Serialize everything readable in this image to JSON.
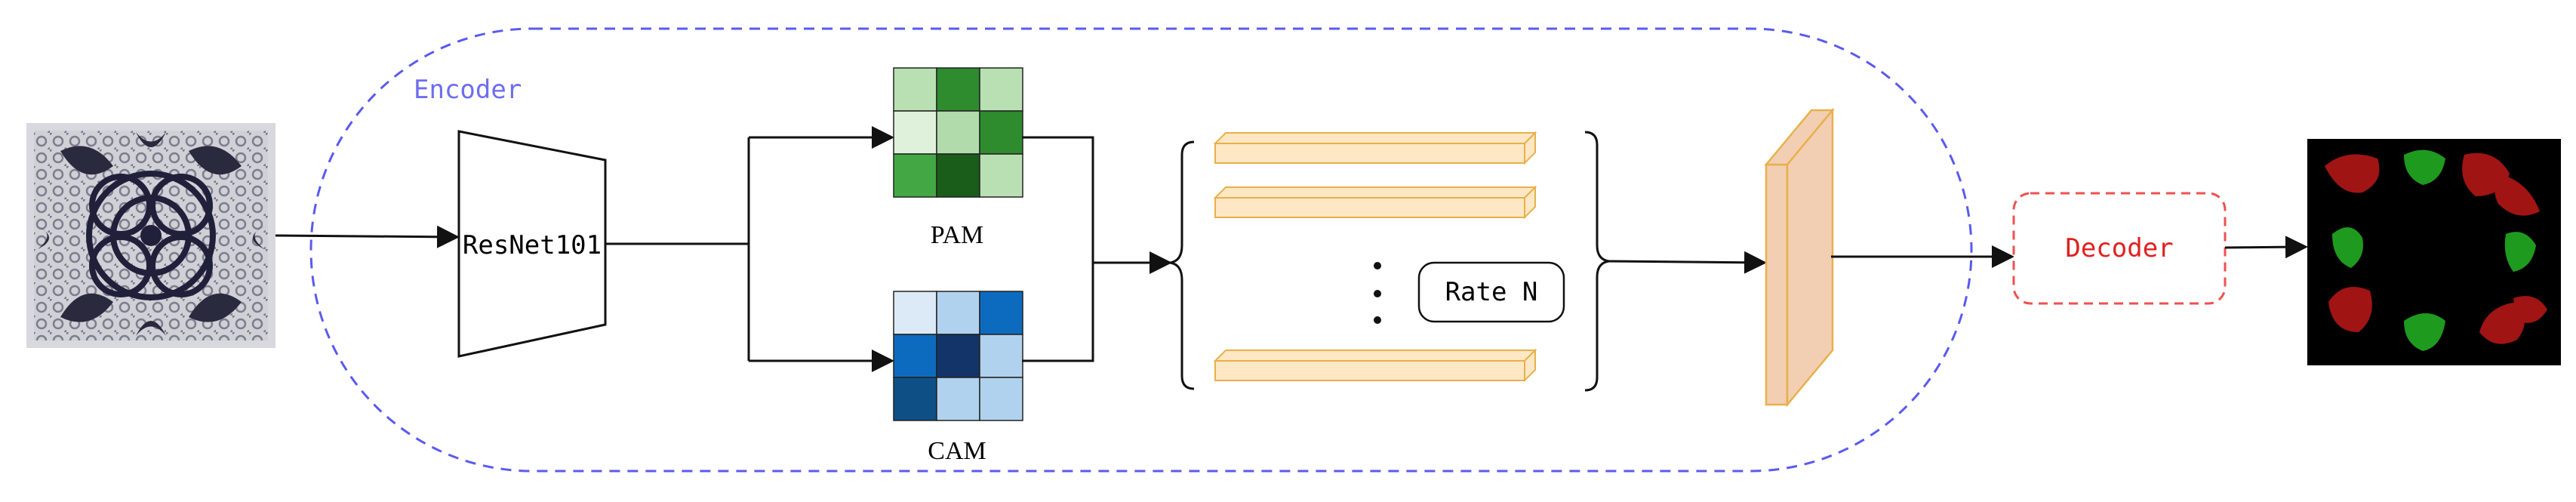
{
  "encoder": {
    "label": "Encoder"
  },
  "backbone": {
    "label": "ResNet101"
  },
  "pam": {
    "label": "PAM",
    "cells": [
      [
        "#b9e0b3",
        "#2e8b2e",
        "#b9e0b3"
      ],
      [
        "#dff1db",
        "#b2dbac",
        "#2e8b2e"
      ],
      [
        "#43a843",
        "#1a5c1a",
        "#b9e0b3"
      ]
    ]
  },
  "cam": {
    "label": "CAM",
    "cells": [
      [
        "#dceaf7",
        "#b0d2ee",
        "#0d6bbf"
      ],
      [
        "#0d6bbf",
        "#123468",
        "#b0d2ee"
      ],
      [
        "#0e4f86",
        "#b0d2ee",
        "#b0d2ee"
      ]
    ]
  },
  "rate": {
    "label": "Rate N"
  },
  "decoder": {
    "label": "Decoder"
  },
  "colors": {
    "encoder_border": "#5a5af0",
    "encoder_text": "#6d6df2",
    "decoder_border": "#f05050",
    "decoder_text": "#e02020",
    "bar_fill": "#fde7c4",
    "bar_stroke": "#e8b04a",
    "feature_fill": "#f2cfb3",
    "feature_stroke": "#e8b04a",
    "arrow": "#111111",
    "seg_red": "#a01414",
    "seg_green": "#1e9a1e"
  }
}
